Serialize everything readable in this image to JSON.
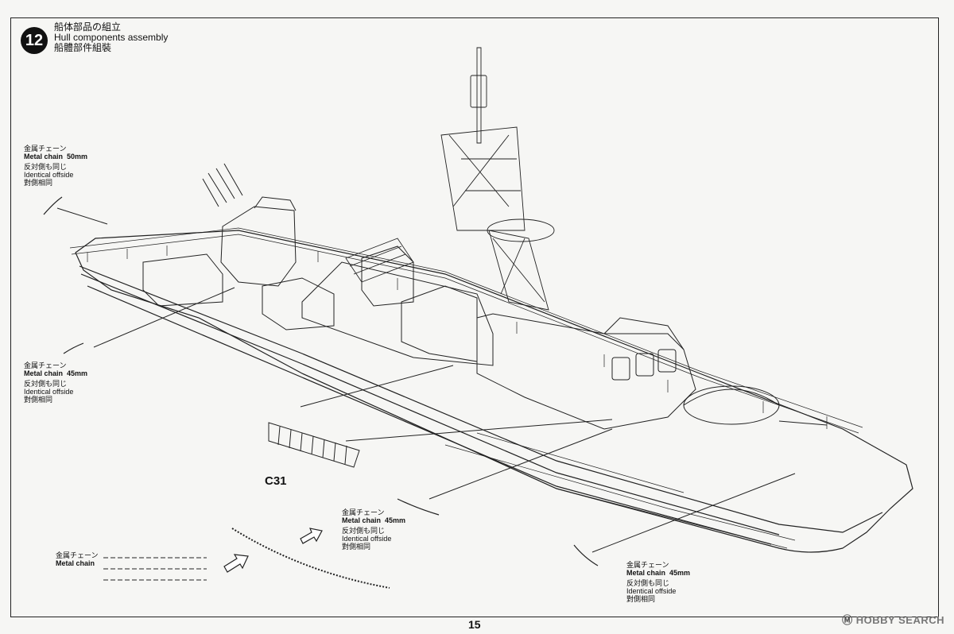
{
  "step": {
    "number": "12",
    "title_jp": "船体部品の組立",
    "title_en": "Hull components assembly",
    "title_zh": "船體部件組裝"
  },
  "notes": [
    {
      "jp": "金属チェーン",
      "en": "Metal chain",
      "size": "50mm",
      "same_jp": "反対側も同じ",
      "same_en": "Identical offside",
      "same_zh": "對側相同"
    },
    {
      "jp": "金属チェーン",
      "en": "Metal chain",
      "size": "45mm",
      "same_jp": "反対側も同じ",
      "same_en": "Identical offside",
      "same_zh": "對側相同"
    },
    {
      "jp": "金属チェーン",
      "en": "Metal chain",
      "size": "45mm",
      "same_jp": "反対側も同じ",
      "same_en": "Identical offside",
      "same_zh": "對側相同"
    },
    {
      "jp": "金属チェーン",
      "en": "Metal chain",
      "size": "45mm",
      "same_jp": "反対側も同じ",
      "same_en": "Identical offside",
      "same_zh": "對側相同"
    }
  ],
  "chain_legend": {
    "jp": "金属チェーン",
    "en": "Metal chain"
  },
  "part_label": "C31",
  "page_number": "15",
  "watermark": {
    "mark": "Ⓜ",
    "text": "HOBBY SEARCH"
  }
}
